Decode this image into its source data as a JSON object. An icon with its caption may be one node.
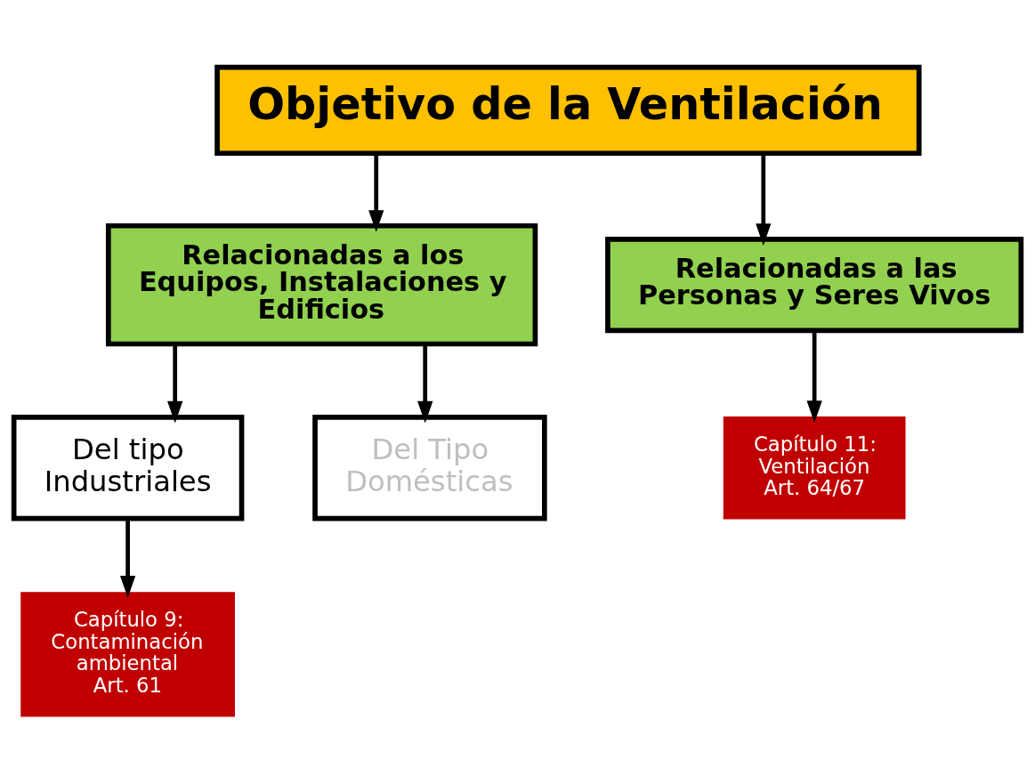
{
  "diagram": {
    "nodes": [
      {
        "text": [
          "Objetivo de la Ventilación"
        ]
      },
      {
        "text": [
          "Relacionadas a los Equipos, Instalaciones y Edificios"
        ]
      },
      {
        "text": [
          "Relacionadas a las Personas y Seres Vivos"
        ]
      },
      {
        "text": [
          "Del tipo Industriales"
        ]
      },
      {
        "text": [
          "Del Tipo Domésticas"
        ]
      },
      {
        "text": [
          "Capítulo 9: Contaminación ambiental Art. 61"
        ]
      },
      {
        "text": [
          "Capítulo 11: Ventilación Art. 64/67"
        ]
      }
    ],
    "edges": [
      {
        "from": 0,
        "to": 1,
        "arrow": "to"
      },
      {
        "from": 0,
        "to": 2,
        "arrow": "to"
      },
      {
        "from": 1,
        "to": 3,
        "arrow": "to"
      },
      {
        "from": 1,
        "to": 4,
        "arrow": "to"
      },
      {
        "from": 3,
        "to": 5,
        "arrow": "to"
      },
      {
        "from": 2,
        "to": 6,
        "arrow": "to"
      }
    ]
  }
}
